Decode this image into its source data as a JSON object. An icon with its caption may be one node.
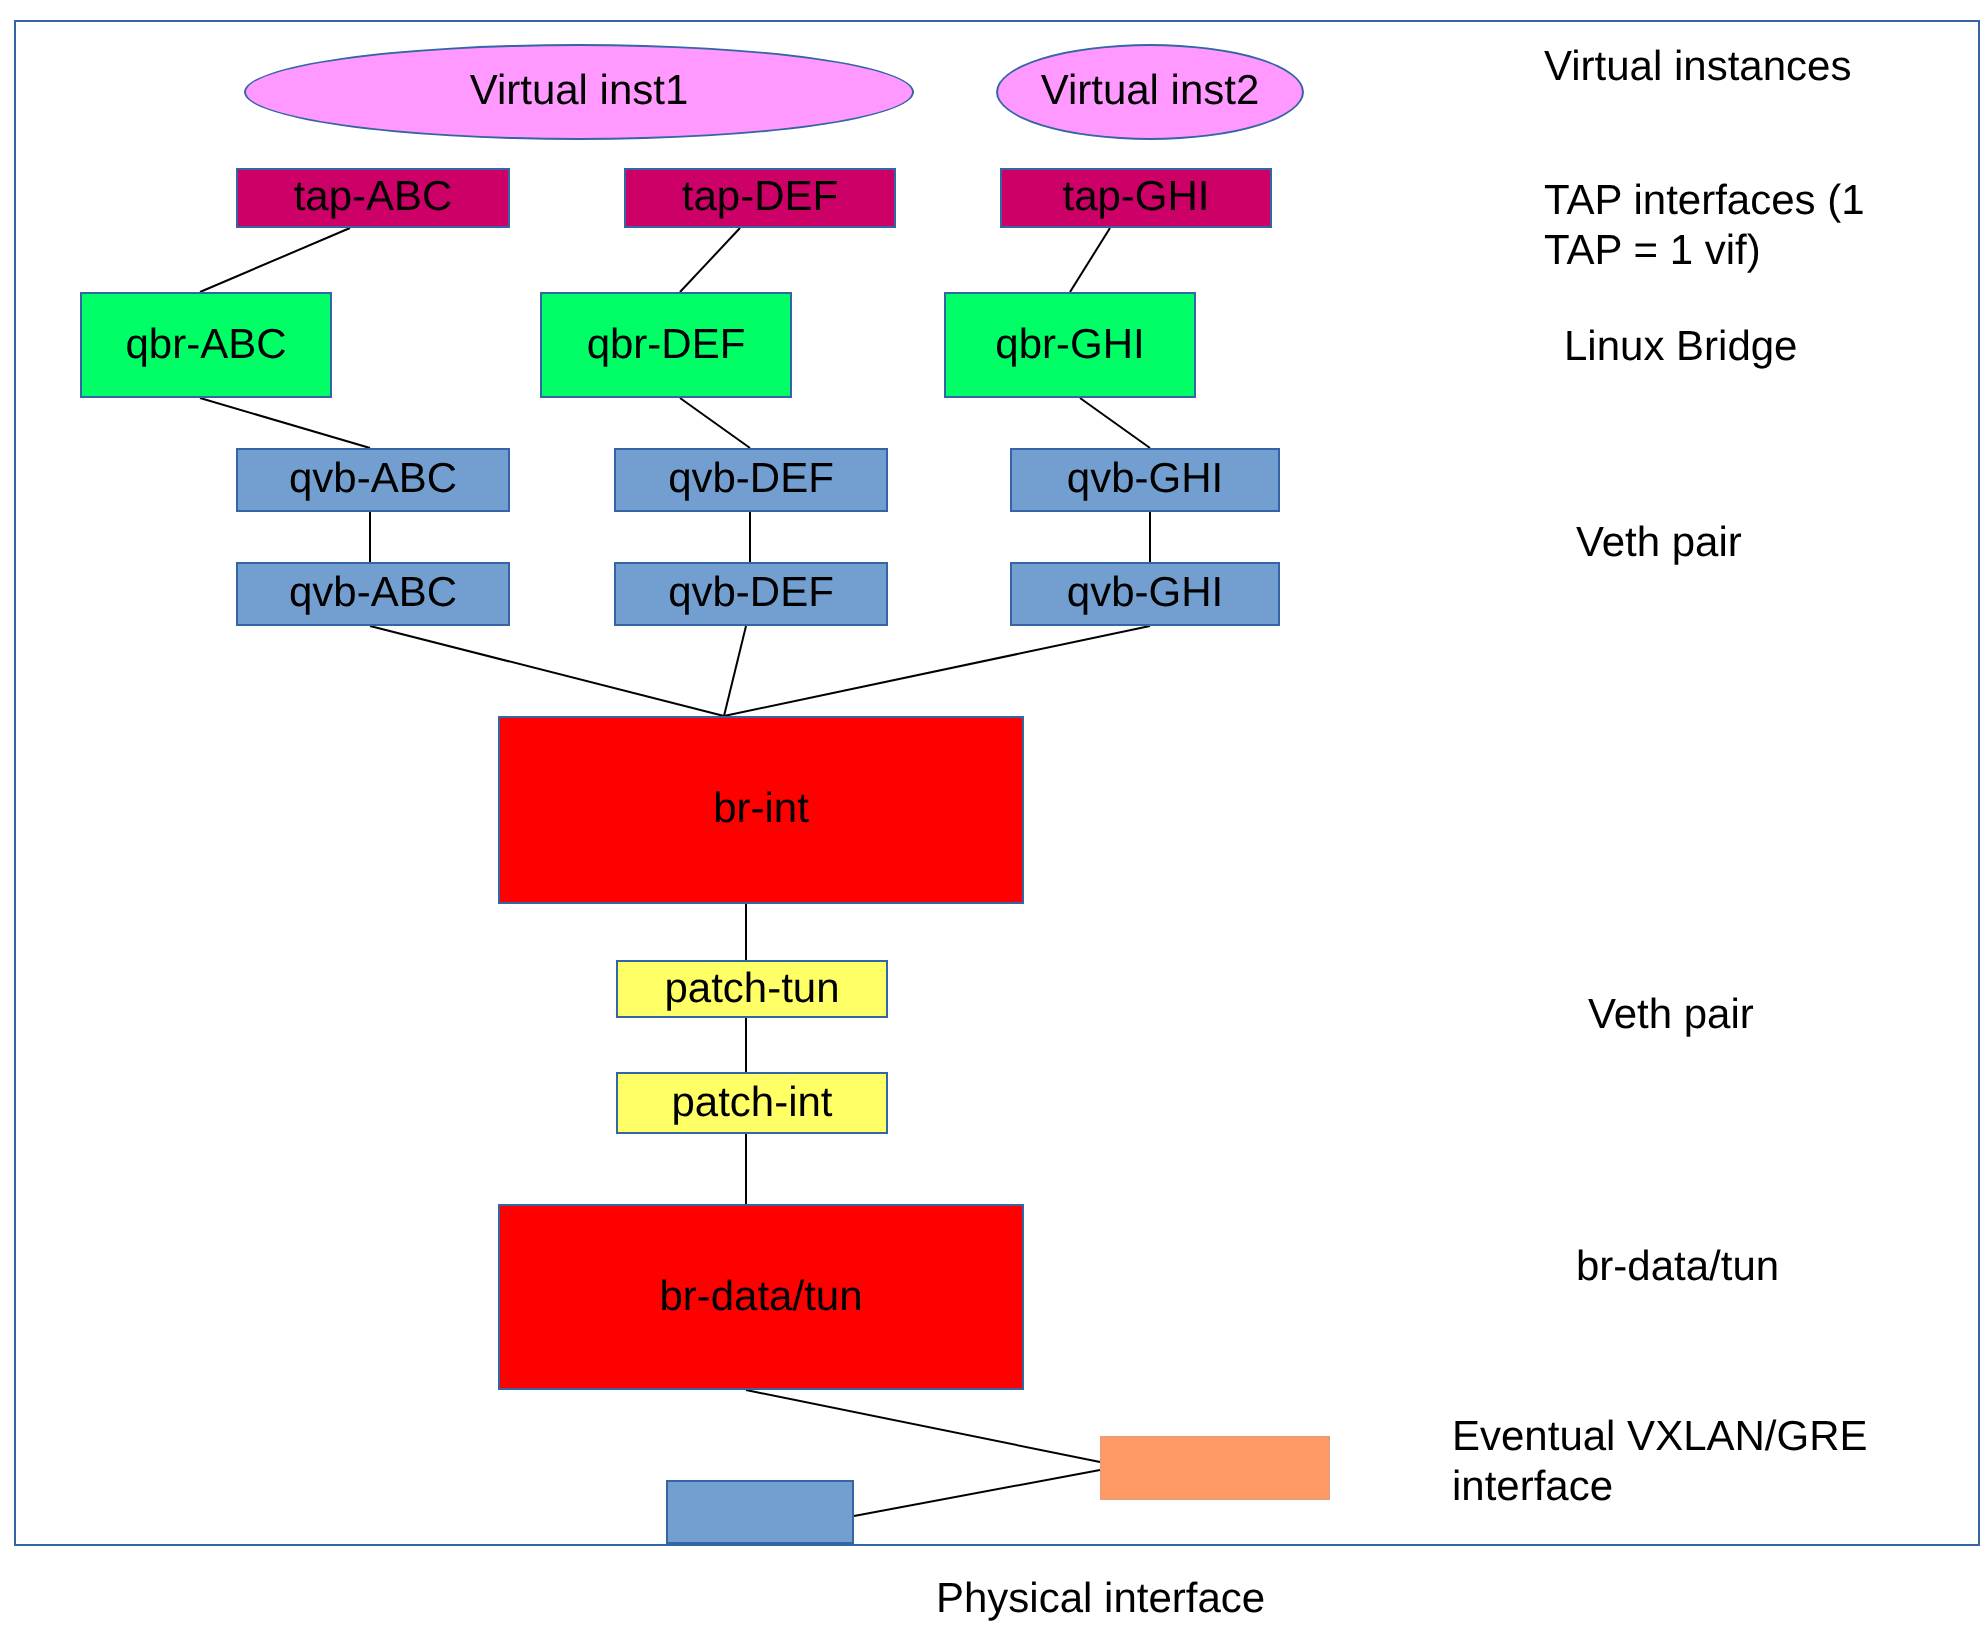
{
  "diagram": {
    "nodes": [
      {
        "text": [
          "Virtual inst1"
        ]
      },
      {
        "text": [
          "Virtual inst2"
        ]
      },
      {
        "text": [
          "tap-ABC"
        ]
      },
      {
        "text": [
          "tap-DEF"
        ]
      },
      {
        "text": [
          "tap-GHI"
        ]
      },
      {
        "text": [
          "qbr-ABC"
        ]
      },
      {
        "text": [
          "qbr-DEF"
        ]
      },
      {
        "text": [
          "qbr-GHI"
        ]
      },
      {
        "text": [
          "qvb-ABC"
        ]
      },
      {
        "text": [
          "qvb-DEF"
        ]
      },
      {
        "text": [
          "qvb-GHI"
        ]
      },
      {
        "text": [
          "qvb-ABC"
        ]
      },
      {
        "text": [
          "qvb-DEF"
        ]
      },
      {
        "text": [
          "qvb-GHI"
        ]
      },
      {
        "text": [
          "br-int"
        ]
      },
      {
        "text": [
          "patch-tun"
        ]
      },
      {
        "text": [
          "patch-int"
        ]
      },
      {
        "text": [
          "br-data/tun"
        ]
      },
      {
        "text": [],
        "shape": "box"
      },
      {
        "text": [],
        "shape": "box"
      }
    ],
    "edges": [
      {
        "from": 2,
        "to": 5,
        "arrow": "none"
      },
      {
        "from": 3,
        "to": 6,
        "arrow": "none"
      },
      {
        "from": 4,
        "to": 7,
        "arrow": "none"
      },
      {
        "from": 5,
        "to": 8,
        "arrow": "none"
      },
      {
        "from": 6,
        "to": 9,
        "arrow": "none"
      },
      {
        "from": 7,
        "to": 10,
        "arrow": "none"
      },
      {
        "from": 8,
        "to": 11,
        "arrow": "none"
      },
      {
        "from": 9,
        "to": 12,
        "arrow": "none"
      },
      {
        "from": 10,
        "to": 13,
        "arrow": "none"
      },
      {
        "from": 11,
        "to": 14,
        "arrow": "none"
      },
      {
        "from": 12,
        "to": 14,
        "arrow": "none"
      },
      {
        "from": 13,
        "to": 14,
        "arrow": "none"
      },
      {
        "from": 14,
        "to": 15,
        "arrow": "none"
      },
      {
        "from": 15,
        "to": 16,
        "arrow": "none"
      },
      {
        "from": 16,
        "to": 17,
        "arrow": "none"
      },
      {
        "from": 17,
        "to": 18,
        "arrow": "none"
      },
      {
        "from": 19,
        "to": 18,
        "arrow": "none"
      }
    ],
    "labels": [
      "Virtual instances",
      "TAP interfaces (1 TAP = 1 vif)",
      "Linux Bridge",
      "Veth pair",
      "Veth pair",
      "br-data/tun",
      "Eventual VXLAN/GRE interface",
      "Physical interface"
    ]
  }
}
